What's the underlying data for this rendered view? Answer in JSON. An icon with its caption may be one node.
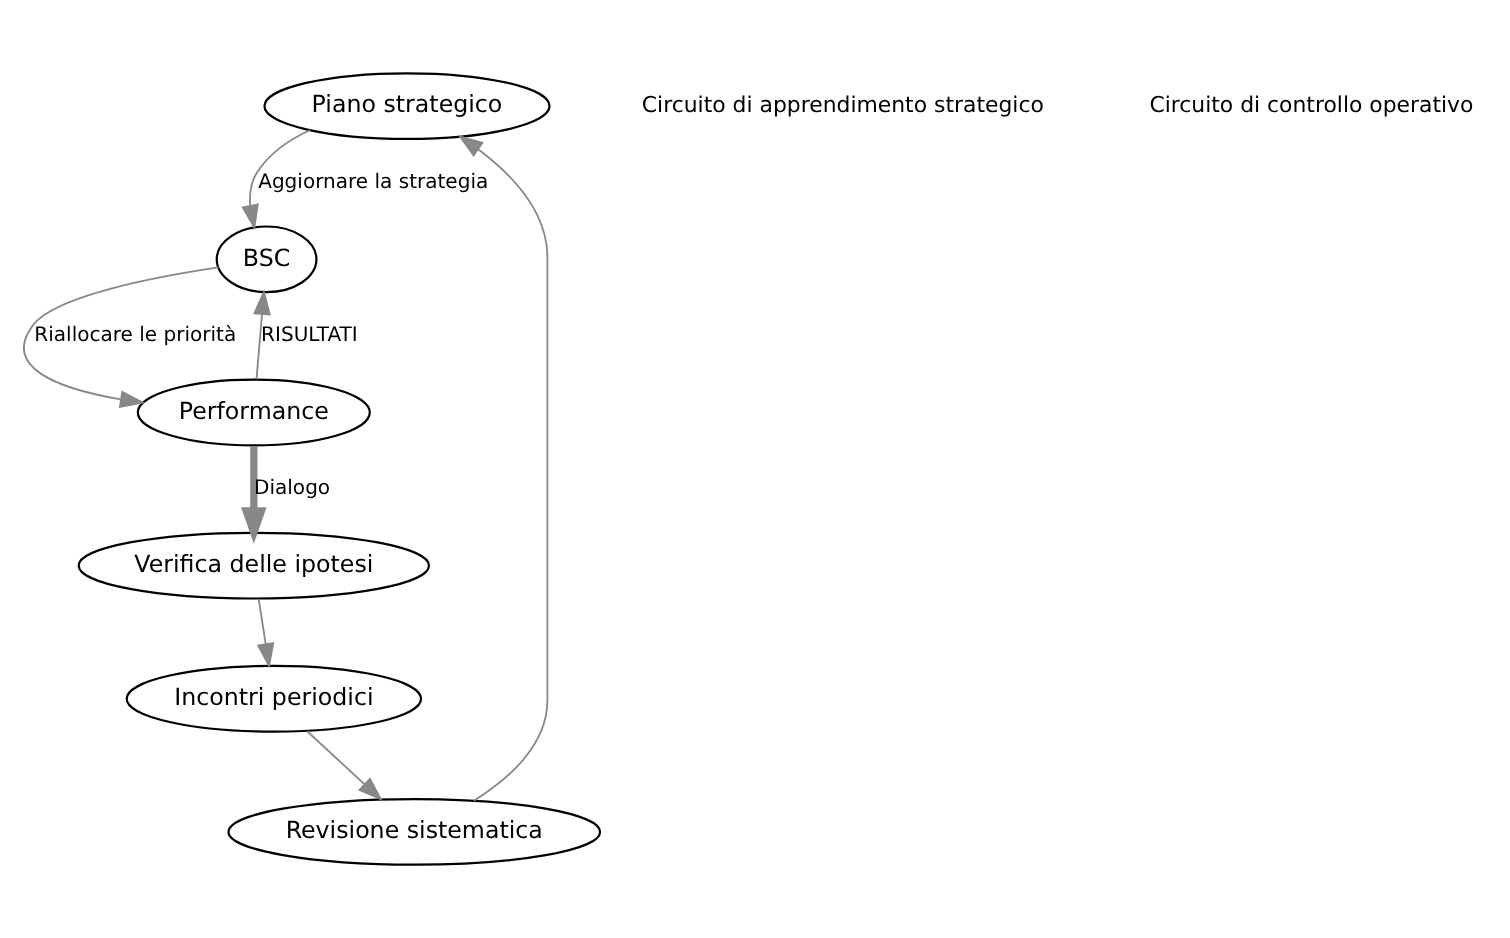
{
  "diagram": {
    "nodes": [
      {
        "text": [
          "Piano strategico"
        ]
      },
      {
        "text": [
          "Revisione sistematica"
        ]
      },
      {
        "text": [
          "Incontri periodici"
        ]
      },
      {
        "text": [
          "Verifica delle ipotesi"
        ]
      },
      {
        "text": [
          "BSC"
        ]
      },
      {
        "text": [
          "Performance"
        ]
      }
    ],
    "edges": [
      {
        "from": 0,
        "to": 4,
        "arrow": "to",
        "label": "Aggiornare la strategia"
      },
      {
        "from": 4,
        "to": 5,
        "arrow": "to",
        "label": "Riallocare le priorità"
      },
      {
        "from": 5,
        "to": 4,
        "arrow": "to",
        "label": "RISULTATI"
      },
      {
        "from": 5,
        "to": 3,
        "arrow": "to",
        "label": "Dialogo",
        "style": "thick"
      },
      {
        "from": 3,
        "to": 2,
        "arrow": "to"
      },
      {
        "from": 2,
        "to": 1,
        "arrow": "to"
      },
      {
        "from": 1,
        "to": 0,
        "arrow": "to"
      }
    ],
    "labels": [
      "Circuito di apprendimento strategico",
      "Circuito di controllo operativo"
    ]
  }
}
